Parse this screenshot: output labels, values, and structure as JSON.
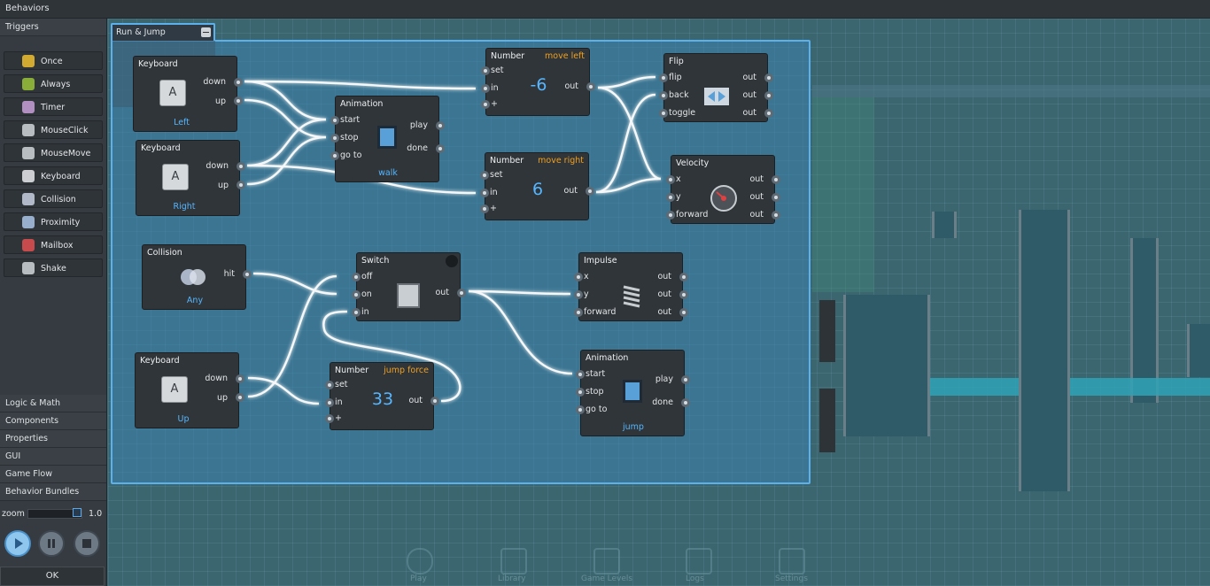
{
  "topbar": {
    "title": "Behaviors"
  },
  "sidebar": {
    "triggers_header": "Triggers",
    "triggers": [
      {
        "label": "Once",
        "icon": "lightning-icon"
      },
      {
        "label": "Always",
        "icon": "battery-icon"
      },
      {
        "label": "Timer",
        "icon": "alarm-clock-icon"
      },
      {
        "label": "MouseClick",
        "icon": "mouse-icon"
      },
      {
        "label": "MouseMove",
        "icon": "cursor-icon"
      },
      {
        "label": "Keyboard",
        "icon": "keyboard-key-icon"
      },
      {
        "label": "Collision",
        "icon": "collision-icon"
      },
      {
        "label": "Proximity",
        "icon": "proximity-icon"
      },
      {
        "label": "Mailbox",
        "icon": "mailbox-icon"
      },
      {
        "label": "Shake",
        "icon": "phone-icon"
      }
    ],
    "sections": [
      "Logic & Math",
      "Components",
      "Properties",
      "GUI",
      "Game Flow",
      "Behavior Bundles"
    ],
    "zoom_label": "zoom",
    "zoom_value": "1.0",
    "zoom_fraction": 0.92,
    "ok_label": "OK"
  },
  "group": {
    "title": "Run & Jump"
  },
  "nodes": {
    "kb_left": {
      "title": "Keyboard",
      "key": "A",
      "out1": "down",
      "out2": "up",
      "label": "Left"
    },
    "kb_right": {
      "title": "Keyboard",
      "key": "A",
      "out1": "down",
      "out2": "up",
      "label": "Right"
    },
    "kb_up": {
      "title": "Keyboard",
      "key": "A",
      "out1": "down",
      "out2": "up",
      "label": "Up"
    },
    "anim_walk": {
      "title": "Animation",
      "in1": "start",
      "in2": "stop",
      "in3": "go to",
      "out1": "play",
      "out2": "done",
      "label": "walk"
    },
    "anim_jump": {
      "title": "Animation",
      "in1": "start",
      "in2": "stop",
      "in3": "go to",
      "out1": "play",
      "out2": "done",
      "label": "jump"
    },
    "num_left": {
      "title": "Number",
      "name": "move left",
      "in1": "set",
      "in2": "in",
      "in3": "+",
      "out": "out",
      "value": "-6"
    },
    "num_right": {
      "title": "Number",
      "name": "move right",
      "in1": "set",
      "in2": "in",
      "in3": "+",
      "out": "out",
      "value": "6"
    },
    "num_jump": {
      "title": "Number",
      "name": "jump force",
      "in1": "set",
      "in2": "in",
      "in3": "+",
      "out": "out",
      "value": "33"
    },
    "flip": {
      "title": "Flip",
      "in1": "flip",
      "in2": "back",
      "in3": "toggle",
      "out": "out"
    },
    "velocity": {
      "title": "Velocity",
      "in1": "x",
      "in2": "y",
      "in3": "forward",
      "out": "out"
    },
    "collision": {
      "title": "Collision",
      "out": "hit",
      "label": "Any"
    },
    "switch": {
      "title": "Switch",
      "in1": "off",
      "in2": "on",
      "in3": "in",
      "out": "out"
    },
    "impulse": {
      "title": "Impulse",
      "in1": "x",
      "in2": "y",
      "in3": "forward",
      "out": "out"
    }
  },
  "bottombar": [
    "Play",
    "Library",
    "Game Levels",
    "Logs",
    "Settings"
  ],
  "colors": {
    "accent": "#5cb1ec",
    "value": "#56b6ff",
    "name": "#f0a020",
    "wire": "#ffffff"
  }
}
